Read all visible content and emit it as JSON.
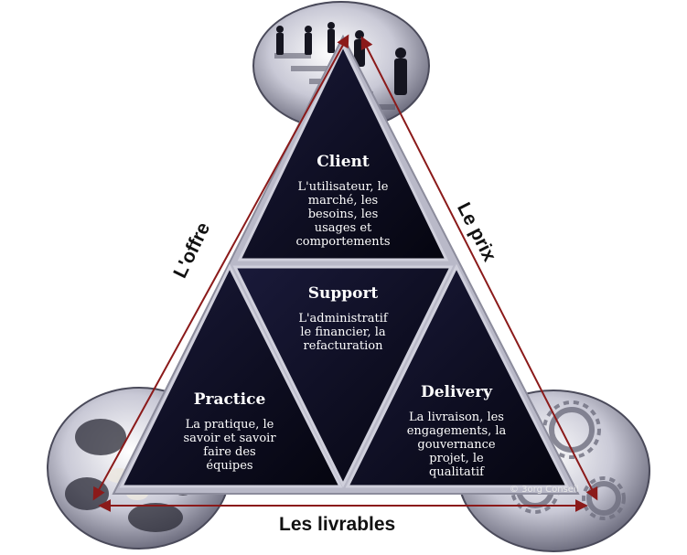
{
  "segments": {
    "client": {
      "title": "Client",
      "lines": [
        "L'utilisateur, le",
        "marché, les",
        "besoins, les",
        "usages et",
        "comportements"
      ]
    },
    "support": {
      "title": "Support",
      "lines": [
        "L'administratif",
        "le  financier, la",
        "refacturation"
      ]
    },
    "practice": {
      "title": "Practice",
      "lines": [
        "La pratique, le",
        "savoir  et savoir",
        "faire des",
        "équipes"
      ]
    },
    "delivery": {
      "title": "Delivery",
      "lines": [
        "La livraison, les",
        "engagements, la",
        "gouvernance",
        "projet, le",
        "qualitatif"
      ]
    }
  },
  "edges": {
    "left": "L'offre",
    "right": "Le prix",
    "bottom": "Les livrables"
  },
  "copyright": "© 3org Conseil",
  "colors": {
    "triangle_fill": "#0b0b22",
    "triangle_border": "#c7c7d4",
    "arrow": "#8b1a1a",
    "text": "#ffffff"
  },
  "icons": {
    "top": "business-people-stairs-image",
    "bottom_left": "teamwork-handshake-image",
    "bottom_right": "gears-image"
  }
}
